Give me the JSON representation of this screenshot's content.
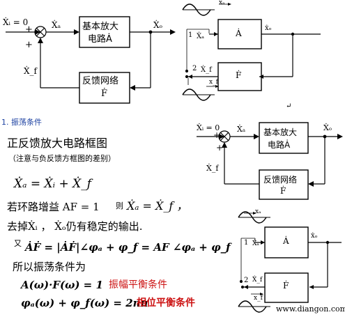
{
  "top_left": {
    "xi": "Ẋᵢ = 0",
    "plus1": "+",
    "plus2": "+",
    "xa": "Ẋₐ",
    "amp_line1": "基本放大",
    "amp_line2": "电路Ȧ",
    "xo": "Ẋₒ",
    "xf": "Ẋ_f",
    "fb_line1": "反馈网络",
    "fb_line2": "Ḟ"
  },
  "top_right": {
    "xa_top": "xₐ",
    "xo": "ẋₒ",
    "one": "1",
    "xa": "Ẋₐ",
    "amp": "Ȧ",
    "two": "2",
    "xf": "Ẋ_f",
    "fb": "Ḟ",
    "xf_bottom": "x_f",
    "return_mark": "↵"
  },
  "section": {
    "heading": "1. 振荡条件"
  },
  "mid_right": {
    "xi": "Ẋᵢ = 0",
    "plus1": "+",
    "plus2": "+",
    "xa": "Ẋₐ",
    "amp_line1": "基本放大",
    "amp_line2": "电路Ȧ",
    "xo": "Ẋₒ",
    "xf": "Ẋ_f",
    "fb_line1": "反馈网络",
    "fb_line2": "Ḟ"
  },
  "bottom_right": {
    "xa_top": "xₐ",
    "xo": "ẋₒ",
    "one": "1",
    "xa": "Ẋₐ",
    "amp": "Ȧ",
    "two": "2",
    "xf": "Ẋ_f",
    "fb": "Ḟ",
    "xf_bottom": "x_f"
  },
  "text": {
    "line1": "正反馈放大电路框图",
    "line2": "（注意与负反馈方框图的差别）",
    "eq1": "Ẋₐ = Ẋᵢ + Ẋ_f",
    "line3a": "若环路增益 AF = 1",
    "line3b": "则",
    "line3c": "Ẋₐ = Ẋ_f ，",
    "line4": "去掉Ẋᵢ ， Ẋₒ仍有稳定的输出.",
    "you": "又",
    "eq2": "ȦḞ = |ȦḞ|∠φₐ + φ_f = AF ∠φₐ + φ_f",
    "line5": "所以振荡条件为",
    "eq3": "A(ω)·F(ω) = 1",
    "eq3_label": "振幅平衡条件",
    "eq4": "φₐ(ω) + φ_f(ω) = 2nπ",
    "eq4_label": "相位平衡条件",
    "watermark": "www.diangon.com"
  }
}
